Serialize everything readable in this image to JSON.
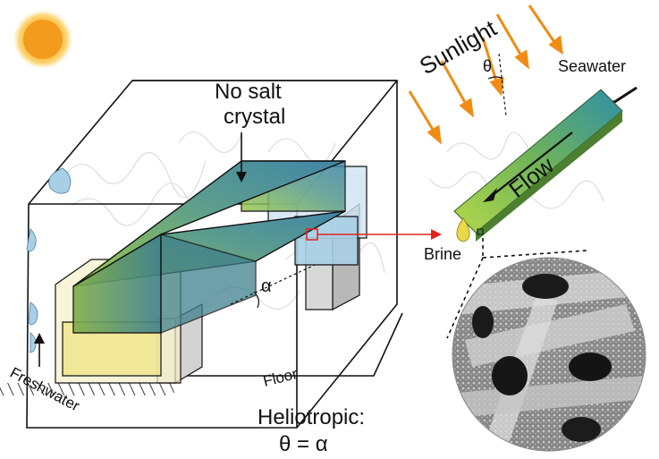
{
  "labels": {
    "no_salt_line1": "No salt",
    "no_salt_line2": "crystal",
    "angle_alpha": "α",
    "angle_theta": "θ",
    "sunlight": "Sunlight",
    "seawater": "Seawater",
    "flow": "Flow",
    "brine": "Brine",
    "freshwater": "Freshwater",
    "floor": "Floor",
    "heliotropic_line1": "Heliotropic:",
    "heliotropic_line2": "θ = α"
  },
  "colors": {
    "sun_core": "#f29b1d",
    "sun_glow": "#fde7a6",
    "ray": "#f08c14",
    "evaporator_green": "#8dc63f",
    "evaporator_blue": "#4a8fb3",
    "water_blue": "#a9cfe6",
    "brine_yellow": "#e8d84a",
    "connector_red": "#e2231a",
    "outline": "#111111"
  },
  "icons": [
    "sun-icon",
    "water-droplet-icon",
    "zoom-marker-icon"
  ]
}
